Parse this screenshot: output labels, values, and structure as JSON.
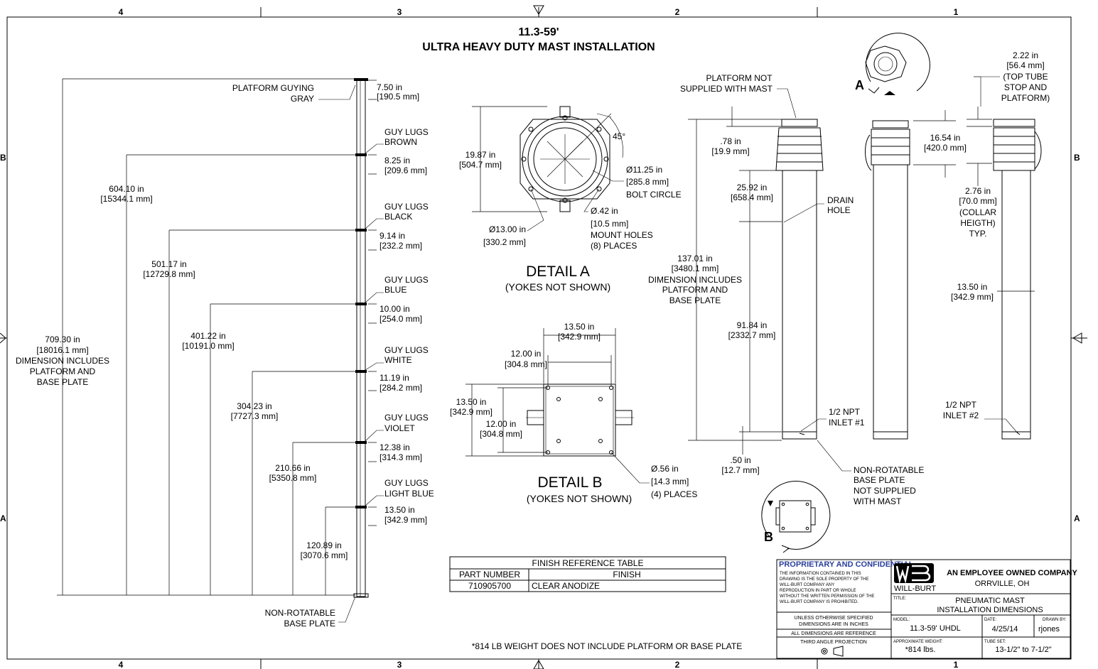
{
  "colors": {
    "ink": "#000000",
    "paper": "#ffffff",
    "accent": "#3a5fcd"
  },
  "frame": {
    "zones_top": [
      "4",
      "3",
      "2",
      "1"
    ],
    "zones_bottom": [
      "4",
      "3",
      "2",
      "1"
    ],
    "zones_left": [
      "B",
      "A"
    ],
    "zones_right": [
      "B",
      "A"
    ]
  },
  "title": {
    "line1": "11.3-59'",
    "line2": "ULTRA HEAVY DUTY MAST INSTALLATION"
  },
  "mast_left": {
    "top_labels": [
      "PLATFORM GUYING",
      "GRAY"
    ],
    "guy_lugs": [
      {
        "label": [
          "GUY LUGS",
          "BROWN"
        ],
        "dim": [
          "8.25 in",
          "[209.6 mm]"
        ]
      },
      {
        "label": [
          "GUY LUGS",
          "BLACK"
        ],
        "dim": [
          "9.14 in",
          "[232.2 mm]"
        ]
      },
      {
        "label": [
          "GUY LUGS",
          "BLUE"
        ],
        "dim": [
          "10.00 in",
          "[254.0 mm]"
        ]
      },
      {
        "label": [
          "GUY LUGS",
          "WHITE"
        ],
        "dim": [
          "11.19 in",
          "[284.2 mm]"
        ]
      },
      {
        "label": [
          "GUY LUGS",
          "VIOLET"
        ],
        "dim": [
          "12.38 in",
          "[314.3 mm]"
        ]
      },
      {
        "label": [
          "GUY LUGS",
          "LIGHT BLUE"
        ],
        "dim": [
          "13.50 in",
          "[342.9 mm]"
        ]
      }
    ],
    "top_dim": [
      "7.50 in",
      "[190.5 mm]"
    ],
    "heights": [
      [
        "709.30 in",
        "[18016.1 mm]",
        "DIMENSION INCLUDES",
        "PLATFORM AND",
        "BASE PLATE"
      ],
      [
        "604.10 in",
        "[15344.1 mm]"
      ],
      [
        "501.17 in",
        "[12729.8 mm]"
      ],
      [
        "401.22 in",
        "[10191.0 mm]"
      ],
      [
        "304.23 in",
        "[7727.3 mm]"
      ],
      [
        "210.66 in",
        "[5350.8 mm]"
      ],
      [
        "120.89 in",
        "[3070.6 mm]"
      ]
    ],
    "base_label": [
      "NON-ROTATABLE",
      "BASE PLATE"
    ]
  },
  "detail_a": {
    "title": "DETAIL  A",
    "subtitle": "(YOKES NOT SHOWN)",
    "angle": "45°",
    "dim_height": [
      "19.87 in",
      "[504.7 mm]"
    ],
    "bolt_circle": [
      "Ø11.25 in",
      "[285.8 mm]",
      "BOLT CIRCLE"
    ],
    "mount_holes": [
      "Ø.42 in",
      "[10.5 mm]",
      "MOUNT HOLES",
      "(8) PLACES"
    ],
    "outer_dia": [
      "Ø13.00 in",
      "[330.2 mm]"
    ]
  },
  "detail_b": {
    "title": "DETAIL  B",
    "subtitle": "(YOKES NOT SHOWN)",
    "width_outer": [
      "13.50 in",
      "[342.9 mm]"
    ],
    "width_inner": [
      "12.00 in",
      "[304.8 mm]"
    ],
    "height_outer": [
      "13.50 in",
      "[342.9 mm]"
    ],
    "height_inner": [
      "12.00 in",
      "[304.8 mm]"
    ],
    "holes": [
      "Ø.56 in",
      "[14.3 mm]",
      "(4) PLACES"
    ]
  },
  "mast_right": {
    "platform_note": [
      "PLATFORM NOT",
      "SUPPLIED WITH MAST"
    ],
    "dim_top": [
      ".78 in",
      "[19.9 mm]"
    ],
    "dim_upper": [
      "25.92 in",
      "[658.4 mm]"
    ],
    "dim_total": [
      "137.01 in",
      "[3480.1 mm]",
      "DIMENSION INCLUDES",
      "PLATFORM AND",
      "BASE PLATE"
    ],
    "dim_lower": [
      "91.84 in",
      "[2332.7 mm]"
    ],
    "dim_base": [
      ".50 in",
      "[12.7 mm]"
    ],
    "drain": [
      "DRAIN",
      "HOLE"
    ],
    "inlet1": [
      "1/2 NPT",
      "INLET #1"
    ],
    "inlet2": [
      "1/2 NPT",
      "INLET #2"
    ],
    "base_note": [
      "NON-ROTATABLE",
      "BASE PLATE",
      "NOT SUPPLIED",
      "WITH MAST"
    ],
    "collar": [
      "16.54 in",
      "[420.0 mm]"
    ],
    "top_tube": [
      "2.22 in",
      "[56.4 mm]",
      "(TOP TUBE",
      "STOP AND",
      "PLATFORM)"
    ],
    "collar_height": [
      "2.76 in",
      "[70.0 mm]",
      "(COLLAR",
      "HEIGTH)",
      "TYP."
    ],
    "tube_width": [
      "13.50 in",
      "[342.9 mm]"
    ],
    "view_a": "A",
    "view_b": "B"
  },
  "finish_table": {
    "title": "FINISH REFERENCE TABLE",
    "headers": [
      "PART NUMBER",
      "FINISH"
    ],
    "rows": [
      [
        "710905700",
        "CLEAR ANODIZE"
      ]
    ]
  },
  "weight_note": "*814 LB WEIGHT DOES NOT INCLUDE PLATFORM OR BASE PLATE",
  "title_block": {
    "prop_title": "PROPRIETARY AND CONFIDENTIAL",
    "prop_text": [
      "THE INFORMATION CONTAINED IN THIS",
      "DRAWING IS THE SOLE PROPERTY OF THE",
      "WILL-BURT COMPANY ANY",
      "REPRODUCTION  IN PART OR WHOLE",
      "WITHOUT THE WRITTEN PERMISSION OF THE",
      "WILL-BURT COMPANY IS PROHIBITED."
    ],
    "units": [
      "UNLESS OTHERWISE  SPECIFIED",
      "DIMENSIONS ARE IN INCHES"
    ],
    "ref": "ALL DIMENSIONS ARE REFERENCE",
    "projection": "THIRD ANGLE PROJECTION",
    "brand": "WILL-BURT",
    "company": "AN EMPLOYEE OWNED COMPANY",
    "city": "ORRVILLE, OH",
    "title_label": "TITLE:",
    "title": [
      "PNEUMATIC MAST",
      "INSTALLATION DIMENSIONS"
    ],
    "model_label": "MODEL:",
    "model": "11.3-59' UHDL",
    "date_label": "DATE:",
    "date": "4/25/14",
    "drawn_label": "DRAWN BY:",
    "drawn": "rjones",
    "weight_label": "APPROXIMATE WEIGHT:",
    "weight": "*814 lbs.",
    "tube_label": "TUBE SET:",
    "tube": "13-1/2\" to 7-1/2\""
  }
}
